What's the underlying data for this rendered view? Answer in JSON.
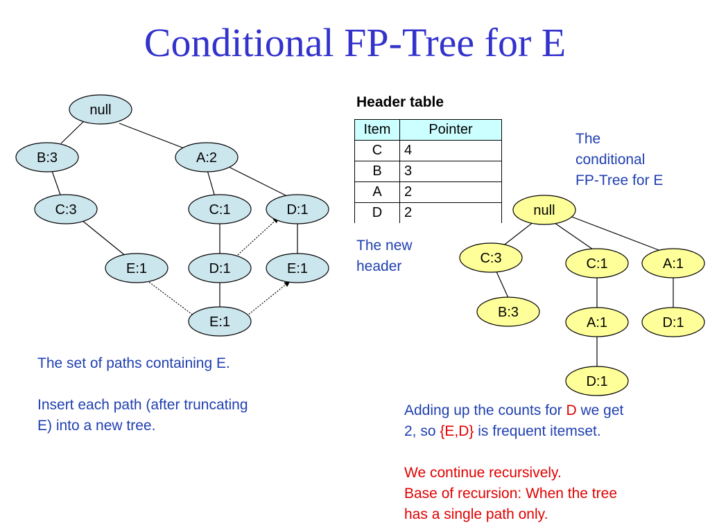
{
  "title": "Conditional FP-Tree for E",
  "left_tree": {
    "nodes": [
      "null",
      "B:3",
      "A:2",
      "C:3",
      "C:1",
      "D:1",
      "E:1",
      "D:1",
      "E:1",
      "E:1"
    ],
    "fill": "#cce6ee"
  },
  "right_tree": {
    "nodes": [
      "null",
      "C:3",
      "C:1",
      "A:1",
      "B:3",
      "A:1",
      "D:1",
      "D:1"
    ],
    "fill": "#ffff99"
  },
  "header_table": {
    "title": "Header table",
    "columns": [
      "Item",
      "Pointer"
    ],
    "rows": [
      {
        "item": "C",
        "pointer": "4"
      },
      {
        "item": "B",
        "pointer": "3"
      },
      {
        "item": "A",
        "pointer": "2"
      },
      {
        "item": "D",
        "pointer": "2"
      }
    ]
  },
  "labels": {
    "conditional": [
      "The",
      "conditional",
      "FP-Tree for E"
    ],
    "new_header": [
      "The new",
      "header"
    ],
    "paths": "The set of paths containing E.",
    "insert": [
      "Insert each path (after truncating",
      "E) into a new tree."
    ],
    "adding": {
      "p1": "Adding up the counts for ",
      "d": "D",
      "p2": " we get",
      "p3": "2, so ",
      "ed": "{E,D}",
      "p4": " is frequent itemset."
    },
    "recursive": [
      "We continue recursively.",
      "Base of recursion: When the tree",
      "has a single path only."
    ]
  },
  "colors": {
    "title": "#3333cc",
    "text": "#1f3fb0",
    "emphasis": "#e00000",
    "table_header": "#ccffff"
  }
}
